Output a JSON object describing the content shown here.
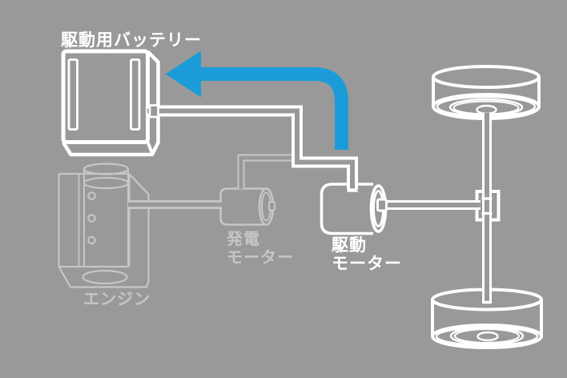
{
  "diagram": {
    "type": "hybrid-powertrain-diagram",
    "labels": {
      "drive_battery": "駆動用バッテリー",
      "engine": "エンジン",
      "generator_motor_line1": "発電",
      "generator_motor_line2": "モーター",
      "drive_motor_line1": "駆動",
      "drive_motor_line2": "モーター"
    },
    "components": [
      {
        "name": "drive-battery",
        "label": "駆動用バッテリー",
        "state": "active"
      },
      {
        "name": "engine",
        "label": "エンジン",
        "state": "inactive"
      },
      {
        "name": "generator-motor",
        "label": "発電モーター",
        "state": "inactive"
      },
      {
        "name": "drive-motor",
        "label": "駆動モーター",
        "state": "active"
      },
      {
        "name": "wheels-and-axle",
        "label": "",
        "state": "active"
      }
    ],
    "flow_arrow": {
      "from": "drive-motor",
      "to": "drive-battery",
      "color": "#1b9cd8"
    },
    "colors": {
      "background": "#999999",
      "active_stroke": "#ffffff",
      "inactive_stroke": "#c6c6c6",
      "flow_arrow": "#1b9cd8"
    }
  }
}
